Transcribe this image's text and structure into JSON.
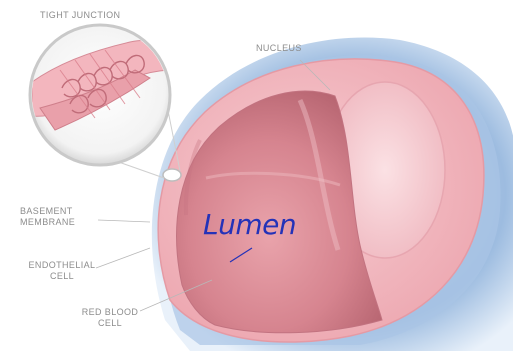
{
  "labels": {
    "tight_junction": "TIGHT JUNCTION",
    "nucleus": "NUCLEUS",
    "basement_membrane_line1": "BASEMENT",
    "basement_membrane_line2": "MEMBRANE",
    "endothelial_line1": "ENDOTHELIAL",
    "endothelial_line2": "CELL",
    "red_blood_line1": "RED BLOOD",
    "red_blood_line2": "CELL"
  },
  "annotation": {
    "lumen": "Lumen"
  },
  "colors": {
    "background": "#ffffff",
    "outer_vessel": "#8fb2d9",
    "vessel_wall": "#f3b9c0",
    "lumen_interior": "#d98a94",
    "nucleus": "#f6ccd2",
    "label_text": "#8c8c8c",
    "annotation_text": "#2432b8"
  }
}
